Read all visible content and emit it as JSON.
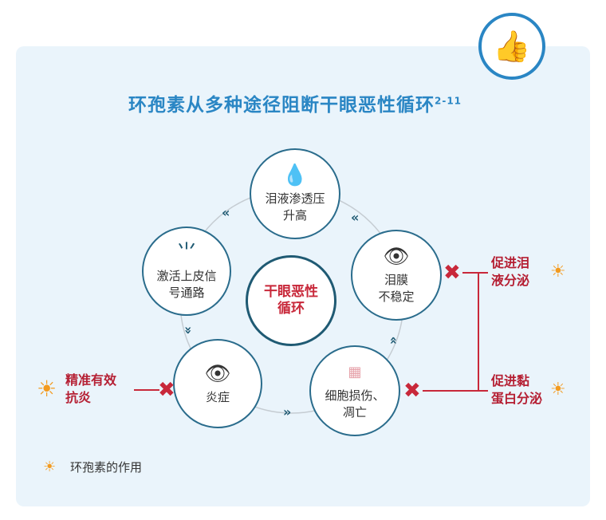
{
  "title": {
    "text": "环孢素从多种途径阻断干眼恶性循环",
    "superscript": "2-11"
  },
  "center": {
    "line1": "干眼恶性",
    "line2": "循环"
  },
  "nodes": [
    {
      "line1": "泪液渗透压",
      "line2": "升高",
      "icon": "water-drops-icon"
    },
    {
      "line1": "泪膜",
      "line2": "不稳定",
      "icon": "tearing-eye-icon"
    },
    {
      "line1": "细胞损伤、",
      "line2": "凋亡",
      "icon": "tissue-icon"
    },
    {
      "line1": "炎症",
      "line2": "",
      "icon": "red-eye-icon"
    },
    {
      "line1": "激活上皮信",
      "line2": "号通路",
      "icon": "epithelium-icon"
    }
  ],
  "actions": {
    "tear": {
      "line1": "促进泪",
      "line2": "液分泌"
    },
    "mucin": {
      "line1": "促进黏",
      "line2": "蛋白分泌"
    },
    "inflam": {
      "line1": "精准有效",
      "line2": "抗炎"
    }
  },
  "legend": {
    "text": "环孢素的作用"
  },
  "colors": {
    "title": "#2a86c4",
    "red": "#c8283a",
    "sun": "#f39a1e",
    "panel": "#eaf4fb"
  }
}
